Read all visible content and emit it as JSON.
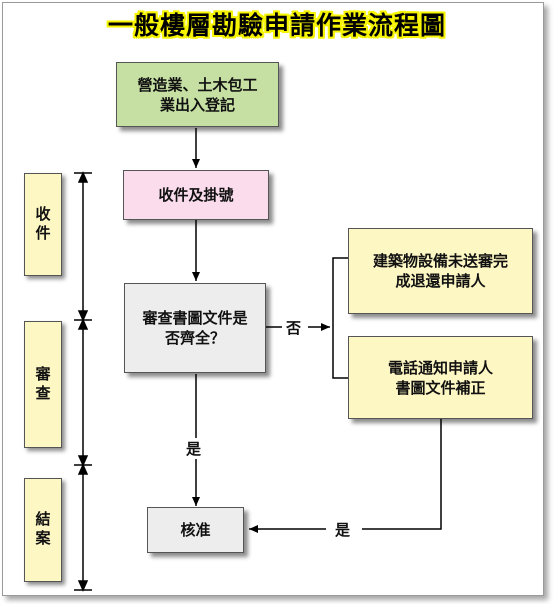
{
  "title": "一般樓層勘驗申請作業流程圖",
  "phases": [
    {
      "label": "收件"
    },
    {
      "label": "審查"
    },
    {
      "label": "結案"
    }
  ],
  "boxes": {
    "start": "營造業、土木包工\n業出入登記",
    "receive": "收件及掛號",
    "review": "審查書圖文件是\n否齊全？",
    "return": "建築物設備未送審完\n成退還申請人",
    "notify": "電話通知申請人\n書圖文件補正",
    "approve": "核准"
  },
  "labels": {
    "no": "否",
    "yes_down": "是",
    "yes_back": "是"
  },
  "colors": {
    "start_fill": "#c6e0a4",
    "receive_fill": "#fadcec",
    "process_fill": "#ededed",
    "note_fill": "#fdf7c4",
    "title_glow": "#f6f400"
  }
}
